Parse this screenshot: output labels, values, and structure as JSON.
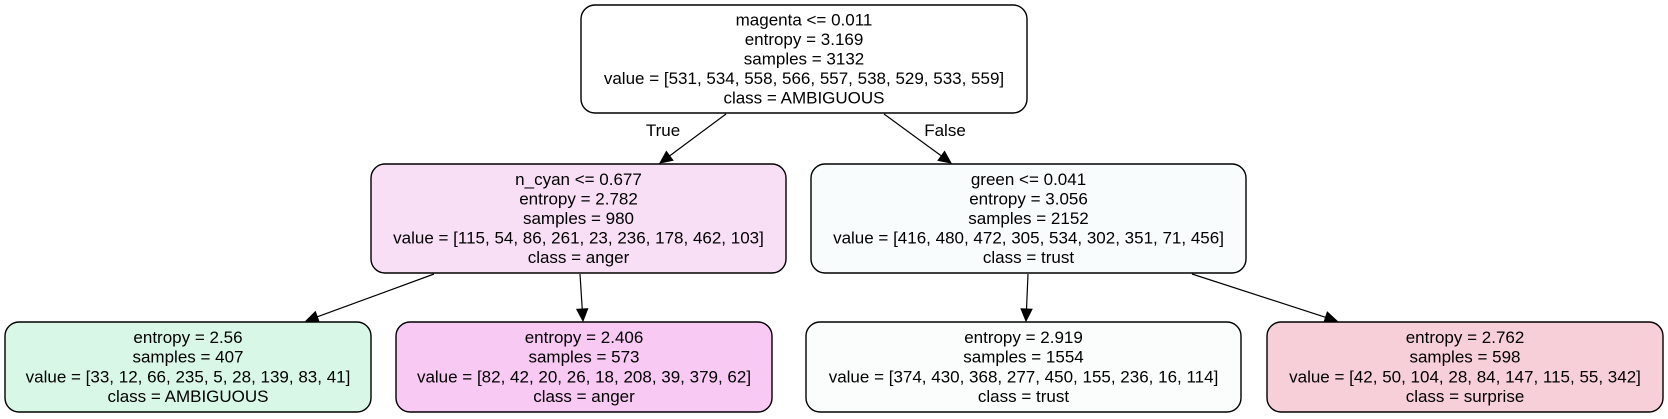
{
  "tree": {
    "nodes": [
      {
        "id": "root",
        "fill": "#ffffff",
        "lines": [
          "magenta <= 0.011",
          "entropy = 3.169",
          "samples = 3132",
          "value = [531, 534, 558, 566, 557, 538, 529, 533, 559]",
          "class = AMBIGUOUS"
        ]
      },
      {
        "id": "left",
        "fill": "#f8dff6",
        "lines": [
          "n_cyan <= 0.677",
          "entropy = 2.782",
          "samples = 980",
          "value = [115, 54, 86, 261, 23, 236, 178, 462, 103]",
          "class = anger"
        ]
      },
      {
        "id": "right",
        "fill": "#f8fcfd",
        "lines": [
          "green <= 0.041",
          "entropy = 3.056",
          "samples = 2152",
          "value = [416, 480, 472, 305, 534, 302, 351, 71, 456]",
          "class = trust"
        ]
      },
      {
        "id": "ll",
        "fill": "#d8f7e7",
        "lines": [
          "entropy = 2.56",
          "samples = 407",
          "value = [33, 12, 66, 235, 5, 28, 139, 83, 41]",
          "class = AMBIGUOUS"
        ]
      },
      {
        "id": "lr",
        "fill": "#f7c9f3",
        "lines": [
          "entropy = 2.406",
          "samples = 573",
          "value = [82, 42, 20, 26, 18, 208, 39, 379, 62]",
          "class = anger"
        ]
      },
      {
        "id": "rl",
        "fill": "#fafdfc",
        "lines": [
          "entropy = 2.919",
          "samples = 1554",
          "value = [374, 430, 368, 277, 450, 155, 236, 16, 114]",
          "class = trust"
        ]
      },
      {
        "id": "rr",
        "fill": "#f7cfd9",
        "lines": [
          "entropy = 2.762",
          "samples = 598",
          "value = [42, 50, 104, 28, 84, 147, 115, 55, 342]",
          "class = surprise"
        ]
      }
    ],
    "edges": [
      {
        "from": "root",
        "to": "left",
        "label": "True"
      },
      {
        "from": "root",
        "to": "right",
        "label": "False"
      },
      {
        "from": "left",
        "to": "ll",
        "label": ""
      },
      {
        "from": "left",
        "to": "lr",
        "label": ""
      },
      {
        "from": "right",
        "to": "rl",
        "label": ""
      },
      {
        "from": "right",
        "to": "rr",
        "label": ""
      }
    ]
  }
}
